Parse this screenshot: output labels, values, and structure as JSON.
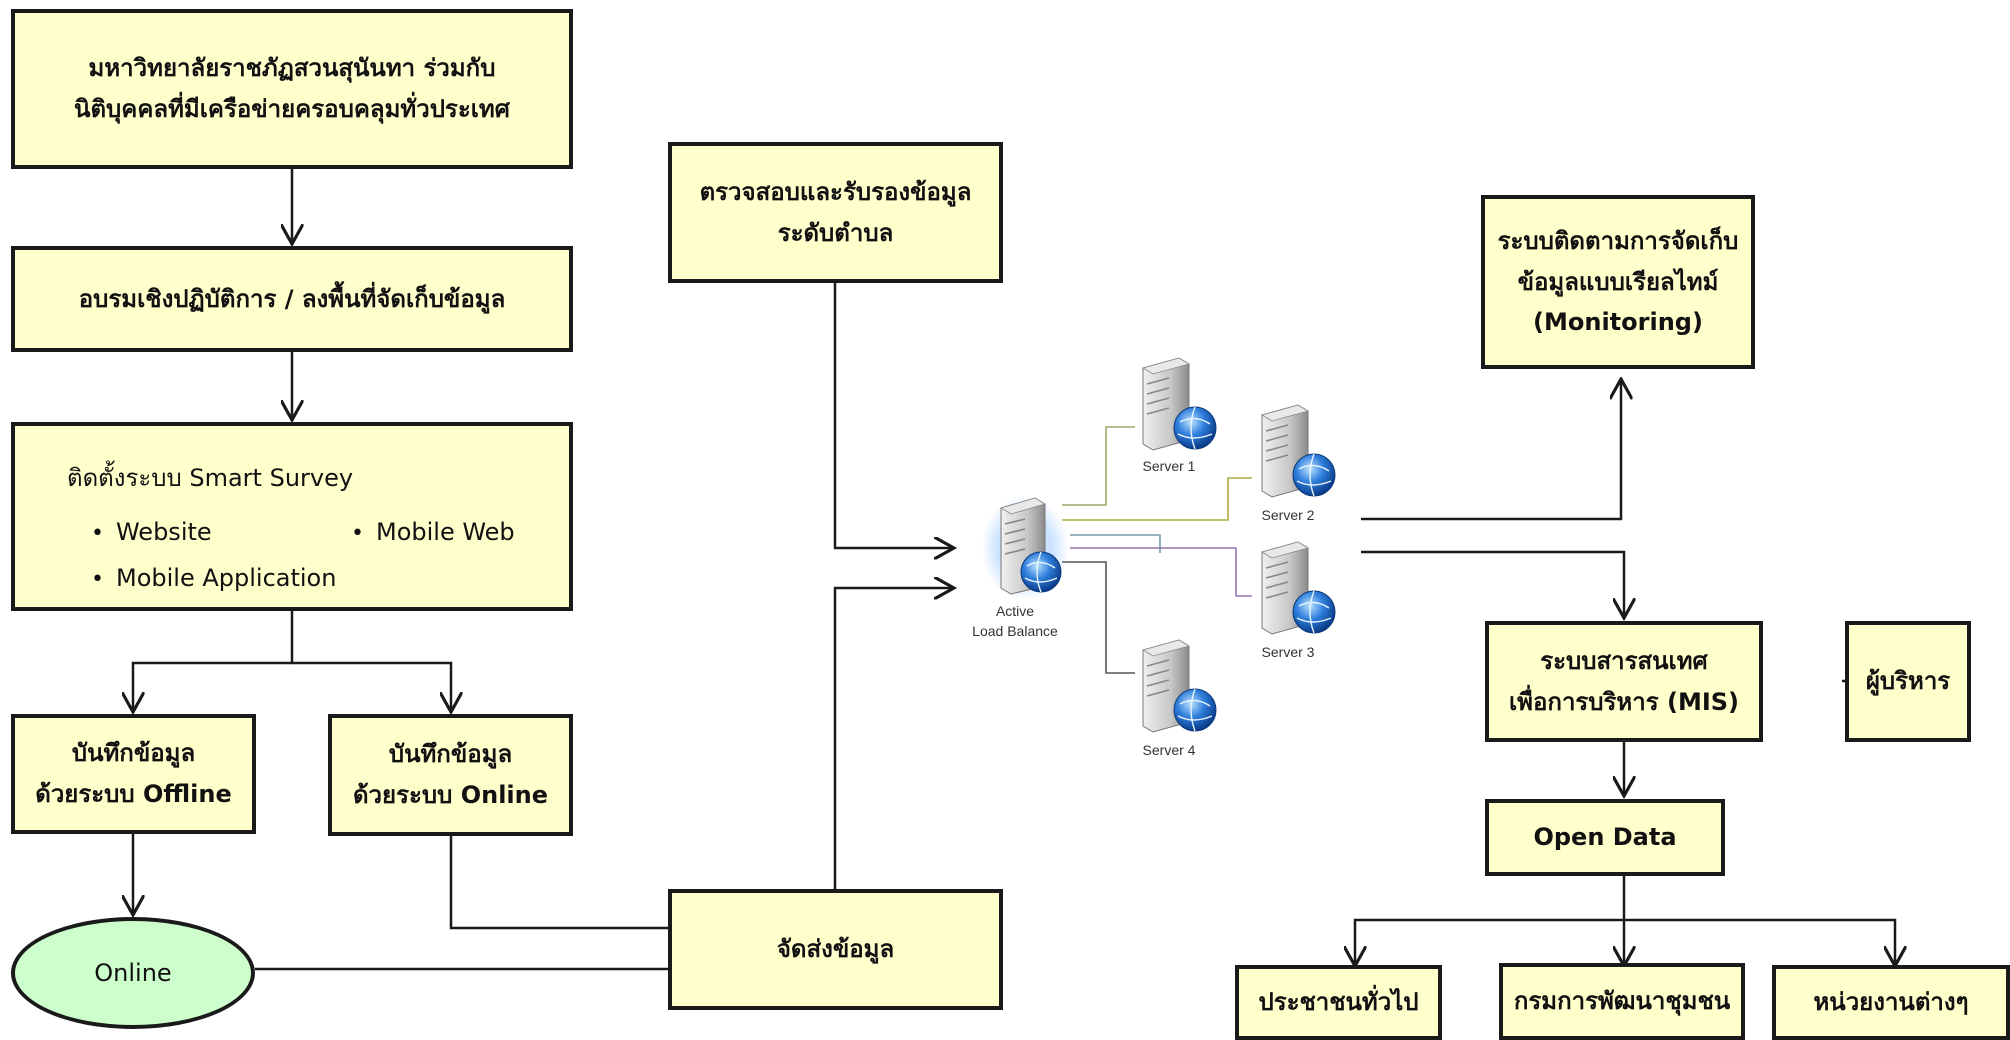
{
  "boxes": {
    "university": [
      "มหาวิทยาลัยราชภัฏสวนสุนันทา ร่วมกับ",
      "นิติบุคคลที่มีเครือข่ายครอบคลุมทั่วประเทศ"
    ],
    "training": "อบรมเชิงปฏิบัติการ / ลงพื้นที่จัดเก็บข้อมูล",
    "smart_survey": {
      "title": "ติดตั้งระบบ Smart Survey",
      "bullets": [
        "Website",
        "Mobile Web",
        "Mobile Application"
      ]
    },
    "offline": [
      "บันทึกข้อมูล",
      "ด้วยระบบ Offline"
    ],
    "online_record": [
      "บันทึกข้อมูล",
      "ด้วยระบบ Online"
    ],
    "online": "Online",
    "verify": [
      "ตรวจสอบและรับรองข้อมูล",
      "ระดับตำบล"
    ],
    "send": "จัดส่งข้อมูล",
    "monitoring": [
      "ระบบติดตามการจัดเก็บ",
      "ข้อมูลแบบเรียลไทม์",
      "(Monitoring)"
    ],
    "mis": [
      "ระบบสารสนเทศ",
      "เพื่อการบริหาร (MIS)"
    ],
    "executive": "ผู้บริหาร",
    "open_data": "Open Data",
    "public": "ประชาชนทั่วไป",
    "community": "กรมการพัฒนาชุมชน",
    "agencies": "หน่วยงานต่างๆ"
  },
  "servers": {
    "load_balancer": [
      "Active",
      "Load Balance"
    ],
    "s1": "Server 1",
    "s2": "Server 2",
    "s3": "Server 3",
    "s4": "Server 4"
  },
  "colors": {
    "box_fill": "#ffffcc",
    "ellipse_fill": "#ccffcc",
    "line": "#1a1a1a",
    "wire_1": "#99aa66",
    "wire_2": "#aaaa44",
    "wire_3": "#9977aa",
    "wire_4": "#555555"
  }
}
